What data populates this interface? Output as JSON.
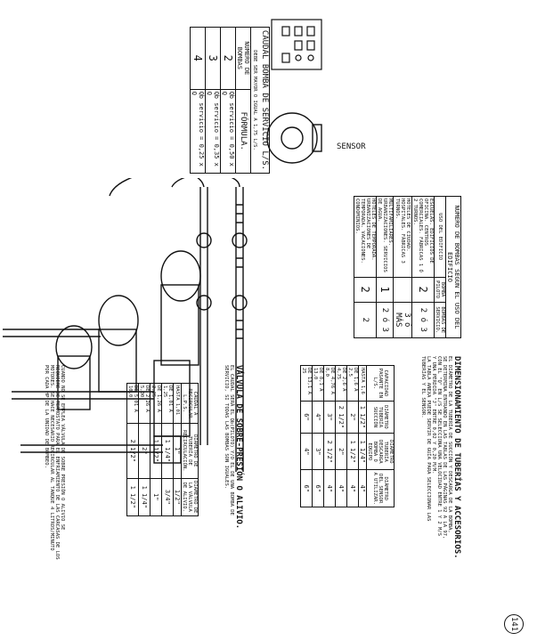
{
  "caudal_table": {
    "header": "CAUDAL BOMBA DE SERVICIO L/S.",
    "subheader": "DEBE SER MAYOR O IGUAL A 1,75 L/S.",
    "col1": "NÚMERO DE BOMBAS",
    "col2": "FÓRMULA.",
    "rows": [
      {
        "n": "2",
        "f": "Qb servicio = 0,50 x Q"
      },
      {
        "n": "3",
        "f": "Qb servicio = 0,35 x Q"
      },
      {
        "n": "4",
        "f": "Qb servicio = 0,25 x Q"
      }
    ]
  },
  "sensor_label": "SENSOR",
  "uso_table": {
    "title": "NÚMERO DE BOMBAS SEGÚN EL USO DEL EDIFICIO",
    "col1": "USO DEL EDIFICIO",
    "col2": "BOMBA PILOTO",
    "col3": "BOMBAS DE SERVICIO.",
    "rows": [
      {
        "uso": "ESCUELAS. EDIFICIOS DE OFICINA. CENTROS COMERCIALES. FÁBRICAS 1 Ó 2 TURNOS.",
        "piloto": "2",
        "servicio": "2 ó 3"
      },
      {
        "uso": "HOTELES DE CIUDAD. HOSPITALES. FÁBRICAS 3 TURNOS.",
        "piloto": "",
        "servicio": "3 ó MÁS"
      },
      {
        "uso": "MULTIFAMILIARES. URBANIZACIONES. SERVICIOS DE AGUA.",
        "piloto": "1",
        "servicio": "2 ó 3"
      },
      {
        "uso": "HOTELES DE TEMPORADA. URBANIZACIONES DE TEMPORADA. VACACIONES. CONDOMINIOS.",
        "piloto": "2",
        "servicio": "2"
      }
    ]
  },
  "dimensionamiento": {
    "title": "DIMENSIONAMIENTO DE TUBERÍAS Y ACCESORIOS.",
    "lines": [
      "EL DIÁMETRO DE LA TUBERÍA DE SUCCIÓN Y DESCARGA DE LA BOMBA,",
      "SE DETERMINA ENTRANDO EN LAS TABLAS DE LAS PÁGINAS 92 A LA 97,",
      "CON EL \"Q\" EN L/S SE SELECCIONA UNA VELOCIDAD ENTRE 1 Y 2 M/S",
      "Y UNA PÉRDIDA \"J\" ENTRE 0,02 Y 0,20 M/M.",
      "LA TABLA ANEXA PUEDE SERVIR DE GUÍA PARA SELECCIONAR LAS",
      "TUBERÍAS Y EL SENSOR."
    ]
  },
  "diametro_table": {
    "headers": [
      "CAPACIDAD PASANTE EN L/S.",
      "DIÁMETRO TUBERÍA SUCCIÓN",
      "DIÁMETRO TUBERÍA DESCARGA BOMBA O EQUIPO",
      "DIÁMETRO DEL SENSOR A UTILIZAR."
    ],
    "rows": [
      [
        "HASTA 1,6",
        "1 1/2\"",
        "1 1/4\"",
        "4\""
      ],
      [
        "DE 1,6 A 2,5",
        "2\"",
        "1 1/2\"",
        "4\""
      ],
      [
        "DE 2,6 A 4,75",
        "2 1/2\"",
        "2\"",
        "4\""
      ],
      [
        "DE 4,76 A 8,0",
        "3\"",
        "2 1/2\"",
        "4\""
      ],
      [
        "DE 8,1 A 13,0",
        "4\"",
        "3\"",
        "6\""
      ],
      [
        "DE 13,1 A 25",
        "6\"",
        "4\"",
        "6\""
      ]
    ]
  },
  "valvula": {
    "title": "VÁLVULA DE SOBRE-PRESIÓN O ALIVIO.",
    "lines": [
      "EL CAUDAL SERÁ EL Qb(PILOTO) Y/O EL DE UNA BOMBA DE",
      "SERVICIO, SI TODAS LAS BOMBAS SON IGUALES."
    ]
  },
  "recirculacion_table": {
    "headers": [
      "CAUDAL A RECIRCULAR L.P.S.",
      "DIÁMETRO DE TUBERÍA DE RECIRCULACIÓN.",
      "DIÁMETRO DE LA VÁLVULA DE ALIVIO."
    ],
    "rows": [
      [
        "HASTA 1,01",
        "1\"",
        "1/2\""
      ],
      [
        "DE 1,01 A 1,25",
        "1 1/4\"",
        "3/4\""
      ],
      [
        "DE 1,26 A 2,25",
        "1 1/2\"",
        "1\""
      ],
      [
        "DE 2,26 A 5,00",
        "2\"",
        "1 1/4\""
      ],
      [
        "DE 5,01 A 10,0",
        "2 1/2\"",
        "1 1/2\""
      ]
    ]
  },
  "nota": {
    "lines": [
      "CUANDO NO SE EMPLEA VÁLVULA DE SOBRE PRESIÓN O ALIVIO SE",
      "REQUIERE DE TERMOSTATO PARA EL ENFRIAMIENTO DE LAS CARCASAS DE LOS",
      "MOTORES. SE HACE NECESARIO RECIRCULAR AL TANQUE 4 LITROS/MINUTO",
      "POR CADA HP DE LA UNIDAD DE BOMBEO."
    ]
  },
  "page_number": "141"
}
